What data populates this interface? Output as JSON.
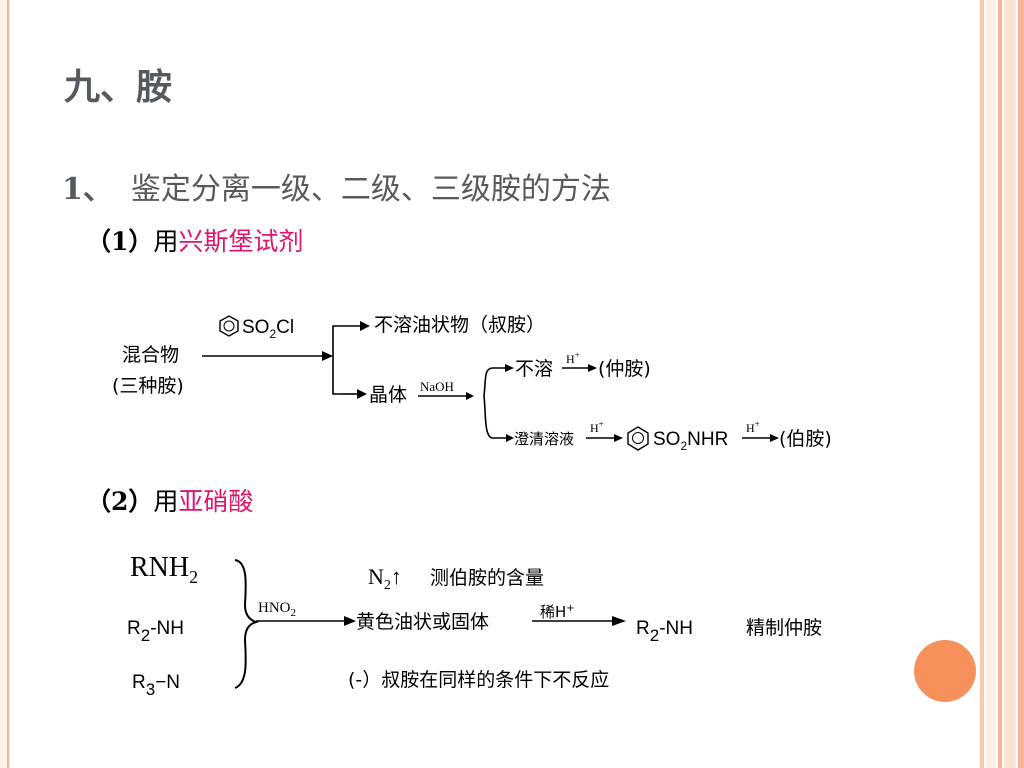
{
  "slide": {
    "title": "九、胺",
    "heading_number": "1、",
    "heading_text": "鉴定分离一级、二级、三级胺的方法",
    "method1_prefix": "（1）",
    "method1_use": "用",
    "method1_reagent": "兴斯堡试剂",
    "method2_prefix": "（2）",
    "method2_use": "用",
    "method2_reagent": "亚硝酸"
  },
  "hinsberg": {
    "mixture_line1": "混合物",
    "mixture_line2": "(三种胺)",
    "reagent_group": "SO",
    "reagent_sub": "2",
    "reagent_tail": "Cl",
    "branch_top": "不溶油状物（叔胺）",
    "branch_bottom": "晶体",
    "naoh": "NaOH",
    "insoluble": "不溶",
    "acid_1": "H",
    "acid_1_sup": "+",
    "secondary": "(仲胺)",
    "clear_solution": "澄清溶液",
    "acid_2": "H",
    "acid_2_sup": "+",
    "sulfonamide_group": "SO",
    "sulfonamide_sub": "2",
    "sulfonamide_tail": "NHR",
    "acid_3": "H",
    "acid_3_sup": "+",
    "primary": "(伯胺)"
  },
  "nitrous": {
    "amine1": "RNH",
    "amine1_sub": "2",
    "amine2_a": "R",
    "amine2_sub": "2",
    "amine2_b": "-NH",
    "amine3_a": "R",
    "amine3_sub": "3",
    "amine3_b": "−N",
    "reagent": "HNO",
    "reagent_sub": "2",
    "top_n2": "N",
    "top_n2_sub": "2",
    "top_arrow": "↑",
    "top_text": "测伯胺的含量",
    "middle_product": "黄色油状或固体",
    "dilute_acid": "稀H",
    "dilute_acid_sup": "+",
    "result_a": "R",
    "result_sub": "2",
    "result_b": "-NH",
    "result_text": "精制仲胺",
    "bottom_text": "(-）叔胺在同样的条件下不反应"
  },
  "colors": {
    "highlight": "#e0146b",
    "title_gray": "#555a5e",
    "accent_orange": "#f7915c",
    "frame_peach": "#f6b596"
  }
}
